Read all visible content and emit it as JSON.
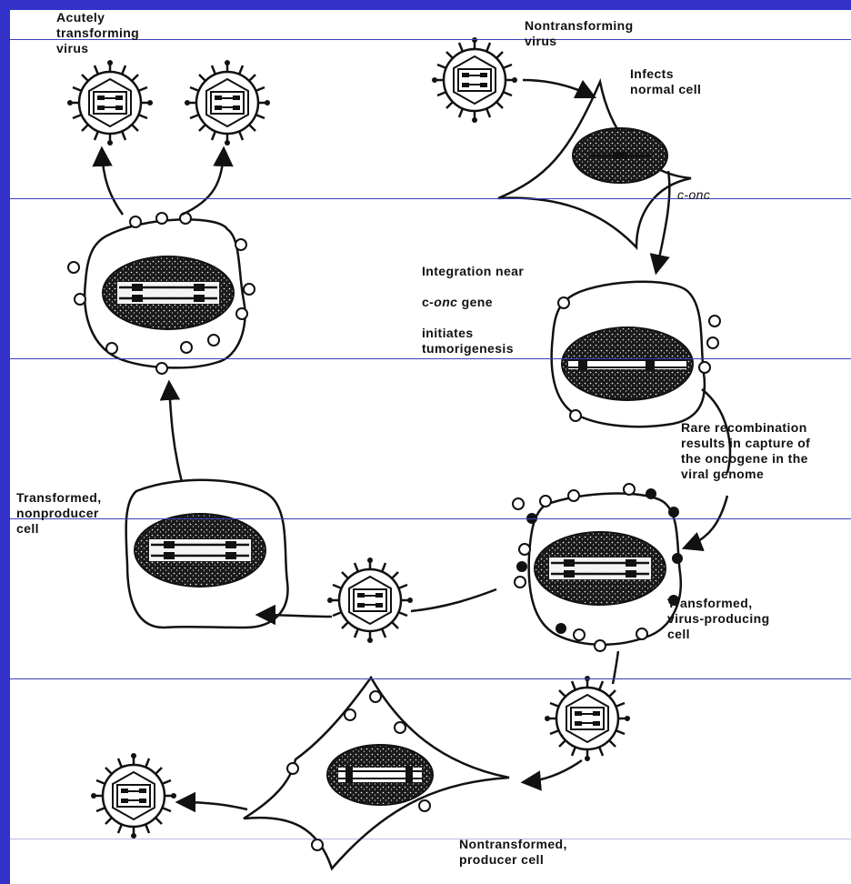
{
  "diagram": {
    "colors": {
      "frame": "#3232c8",
      "background": "#ffffff",
      "ink": "#111111",
      "rules": "#3f3fb8"
    },
    "labels": {
      "acutely_transforming_virus": "Acutely\ntransforming\nvirus",
      "nontransforming_virus": "Nontransforming\nvirus",
      "infects_normal_cell": "Infects\nnormal cell",
      "c_onc": "c-onc",
      "integration_line1": "Integration near",
      "integration_line2_prefix": "c-",
      "integration_line2_italic": "onc",
      "integration_line2_suffix": " gene",
      "integration_line3": "initiates\ntumorigenesis",
      "rare_recombination": "Rare recombination\nresults in capture of\nthe oncogene in the\nviral genome",
      "transformed_nonproducer": "Transformed,\nnonproducer\ncell",
      "transformed_virus_producing": "Transformed,\nvirus-producing\ncell",
      "nontransformed_producer": "Nontransformed,\nproducer cell"
    }
  }
}
